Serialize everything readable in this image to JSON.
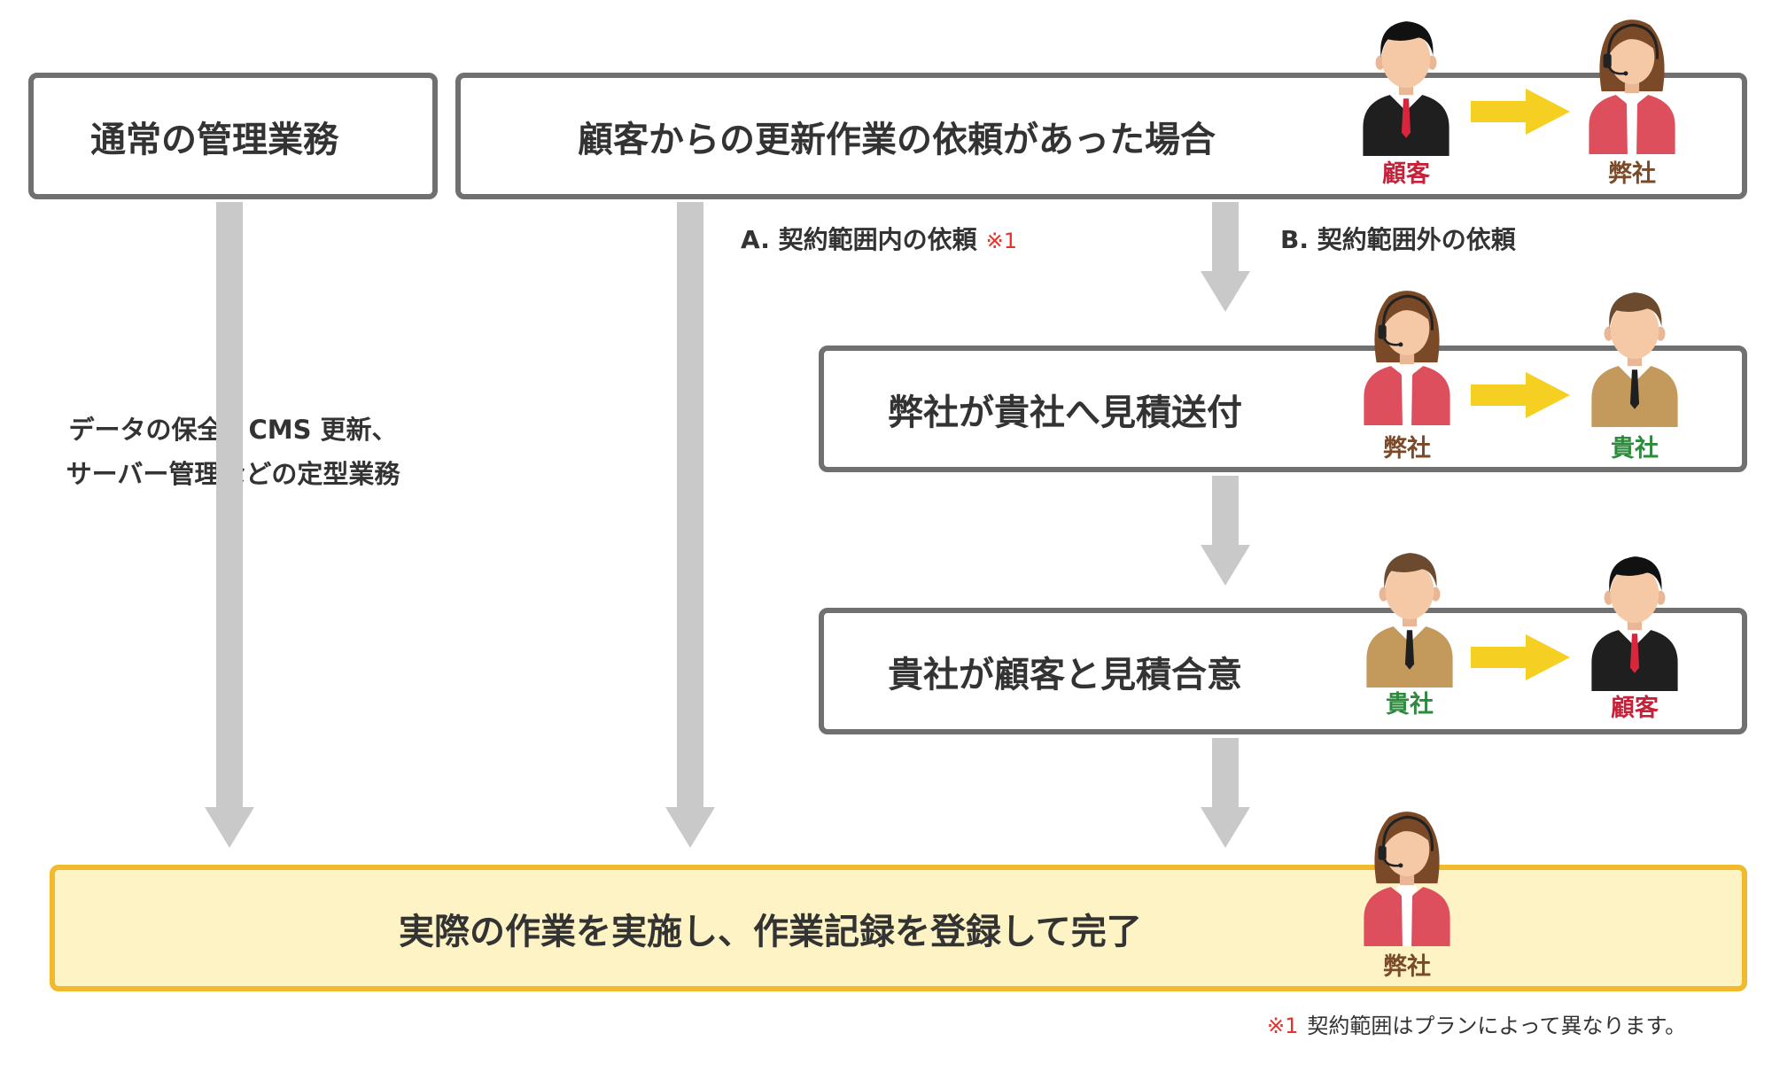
{
  "boxes": {
    "normal_title": "通常の管理業務",
    "request_title": "顧客からの更新作業の依頼があった場合",
    "estimate_send_title": "弊社が貴社へ見積送付",
    "estimate_agree_title": "貴社が顧客と見積合意",
    "final_title": "実際の作業を実施し、作業記録を登録して完了"
  },
  "branches": {
    "a_label": "A. 契約範囲内の依頼",
    "a_note": "※1",
    "b_label": "B. 契約範囲外の依頼"
  },
  "normal_desc": {
    "line1": "データの保全、CMS 更新、",
    "line2": "サーバー管理などの定型業務"
  },
  "people": {
    "customer": "顧客",
    "us": "弊社",
    "you": "貴社"
  },
  "footnote": {
    "mark": "※1",
    "text": "契約範囲はプランによって異なります。"
  },
  "colors": {
    "customer_label": "#c7213a",
    "us_label": "#7a4a2a",
    "you_label": "#2e8b3e",
    "arrow_gray": "#c9c9c9",
    "arrow_yellow": "#f5cf21",
    "box_border": "#707070",
    "final_border": "#f1b92c",
    "final_fill": "#fdf3c4"
  },
  "icons": {
    "customer": "businessman-black-suit-icon",
    "us": "operator-headset-woman-icon",
    "you": "businessman-tan-suit-icon"
  }
}
